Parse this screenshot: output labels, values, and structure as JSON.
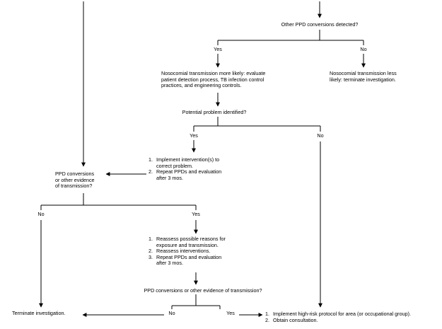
{
  "q1": "Other PPD conversions detected?",
  "q1_yes": "Yes",
  "q1_no": "No",
  "nosocomial_likely": [
    "Nosocomial transmission more likely: evaluate",
    "patient detection process, TB infection control",
    "practices, and engineering controls."
  ],
  "nosocomial_less": [
    "Nosocomial transmission less",
    "likely: terminate investigation."
  ],
  "q2": "Potential problem identified?",
  "q2_yes": "Yes",
  "q2_no": "No",
  "intervention_steps": [
    {
      "num": "1.",
      "lines": [
        "Implement intervention(s) to",
        "correct problem."
      ]
    },
    {
      "num": "2.",
      "lines": [
        "Repeat PPDs and evaluation",
        "after 3 mos."
      ]
    }
  ],
  "q3": [
    "PPD conversions",
    "or other evidence",
    "of transmission?"
  ],
  "q3_no": "No",
  "q3_yes": "Yes",
  "reassess_steps": [
    {
      "num": "1.",
      "lines": [
        "Reassess possible reasons for",
        "exposure and transmission."
      ]
    },
    {
      "num": "2.",
      "lines": [
        "Reassess interventions."
      ]
    },
    {
      "num": "3.",
      "lines": [
        "Repeat PPDs and evaluation",
        "after 3 mos."
      ]
    }
  ],
  "q4": "PPD conversions or other evidence of transmission?",
  "q4_no": "No",
  "q4_yes": "Yes",
  "terminate": "Terminate investigation.",
  "final_steps": [
    {
      "num": "1.",
      "lines": [
        "Implement high-risk protocol for area (or occupational group)."
      ]
    },
    {
      "num": "2.",
      "lines": [
        "Obtain consultation."
      ]
    }
  ]
}
